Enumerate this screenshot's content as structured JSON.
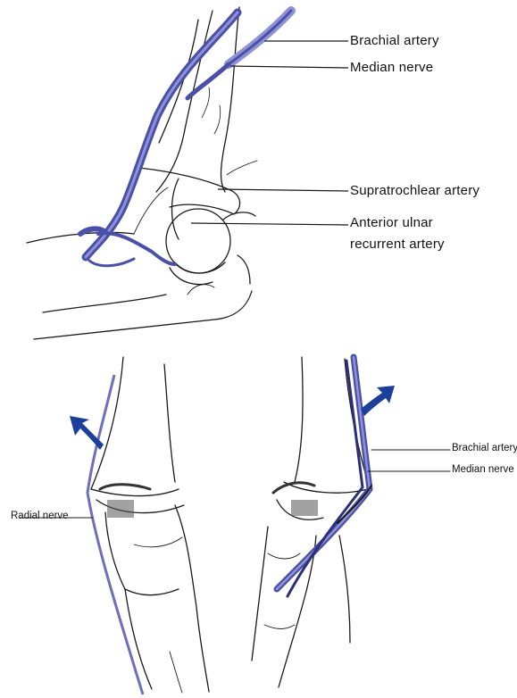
{
  "labels": {
    "top": {
      "brachial_artery": "Brachial artery",
      "median_nerve": "Median nerve",
      "supratrochlear_artery": "Supratrochlear artery",
      "anterior_ulnar_line1": "Anterior ulnar",
      "anterior_ulnar_line2": "recurrent artery"
    },
    "bottom_right": {
      "brachial_artery": "Brachial artery",
      "median_nerve": "Median nerve"
    },
    "bottom_left": {
      "radial_nerve": "Radial nerve"
    }
  },
  "colors": {
    "vessel": "#4a4fa8",
    "vessel_light": "#8f93d6",
    "arrow": "#1d3f9c",
    "ink": "#1a1a1a"
  }
}
